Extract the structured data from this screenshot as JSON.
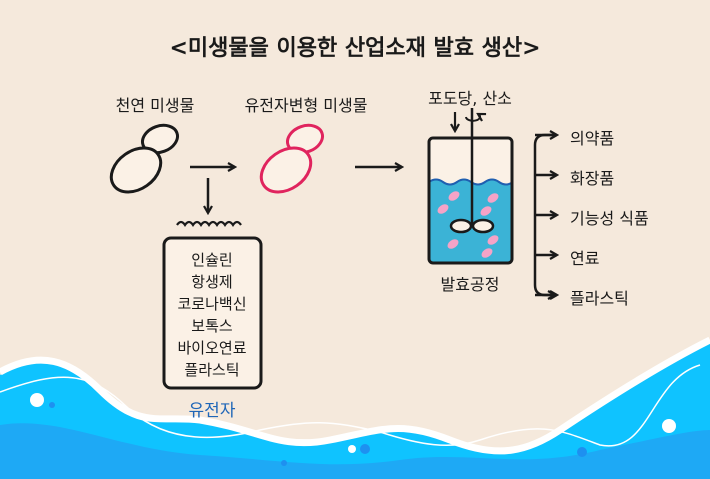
{
  "title": "<미생물을 이용한 산업소재 발효 생산>",
  "natural_label": "천연 미생물",
  "gmo_label": "유전자변형 미생물",
  "input_label": "포도당, 산소",
  "process_label": "발효공정",
  "gene_label": "유전자",
  "genes": [
    "인슐린",
    "항생제",
    "코로나백신",
    "보톡스",
    "바이오연료",
    "플라스틱"
  ],
  "products": [
    "의약품",
    "화장품",
    "기능성 식품",
    "연료",
    "플라스틱"
  ],
  "colors": {
    "background": "#f5e9dc",
    "gmo_cell": "#e0245e",
    "liquid": "#3bb3d6",
    "gene_text": "#1f66b8",
    "wave": "#0fc3ff"
  }
}
